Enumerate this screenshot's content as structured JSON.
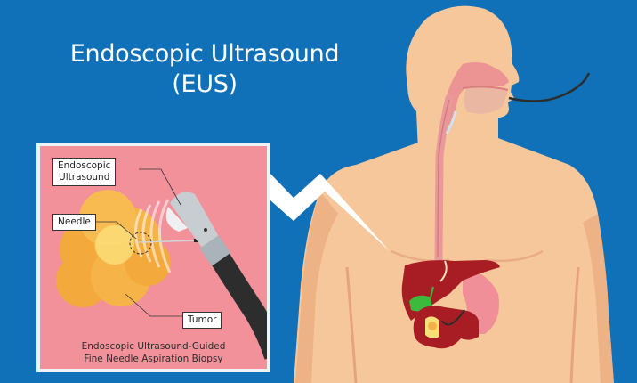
{
  "title": {
    "line1": "Endoscopic Ultrasound",
    "line2": "(EUS)"
  },
  "inset_panel": {
    "labels": {
      "endoscope": [
        "Endoscopic",
        "Ultrasound"
      ],
      "needle": "Needle",
      "tumor": "Tumor"
    },
    "caption": {
      "line1": "Endoscopic Ultrasound-Guided",
      "line2": "Fine Needle Aspiration Biopsy"
    }
  },
  "figure": {
    "subjects": [
      "head-profile",
      "esophagus",
      "endoscope-tube",
      "torso",
      "liver",
      "gallbladder",
      "stomach",
      "pancreas",
      "duodenum",
      "lightning-connector"
    ]
  },
  "colors": {
    "background": "#1070b8",
    "skin": "#f6c79b",
    "skin_shadow": "#eaa97e",
    "panel_bg": "#f2919a",
    "panel_border": "#eef3f8",
    "tumor": "#f4b14a",
    "liver": "#a81c24",
    "gallbladder": "#3cba3c",
    "stomach": "#f08f98",
    "scope_body": "#c8cdd2",
    "scope_tube": "#2d2d2d"
  }
}
